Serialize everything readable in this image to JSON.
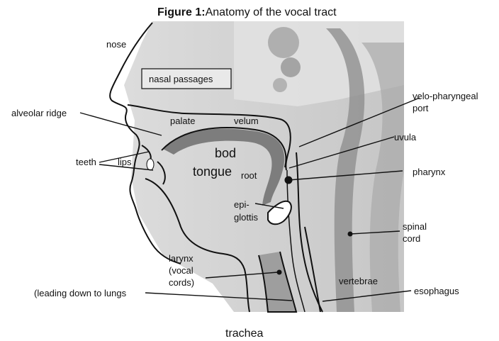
{
  "title": {
    "prefix": "Figure 1:",
    "text": "Anatomy of the vocal tract"
  },
  "labels": {
    "nose": "nose",
    "nasal_passages": "nasal passages",
    "alveolar_ridge": "alveolar ridge",
    "palate": "palate",
    "velum": "velum",
    "bod": "bod",
    "tongue": "tongue",
    "root": "root",
    "teeth": "teeth",
    "lips": "lips",
    "velo_pharyngeal_1": "velo-pharyngeal",
    "velo_pharyngeal_2": "port",
    "uvula": "uvula",
    "pharynx": "pharynx",
    "epiglottis_1": "epi-",
    "epiglottis_2": "glottis",
    "spinal_cord_1": "spinal",
    "spinal_cord_2": "cord",
    "larynx_1": "larynx",
    "larynx_2": "(vocal",
    "larynx_3": "cords)",
    "vertebrae": "vertebrae",
    "esophagus": "esophagus",
    "lungs": "(leading down to lungs",
    "trachea": "trachea"
  }
}
